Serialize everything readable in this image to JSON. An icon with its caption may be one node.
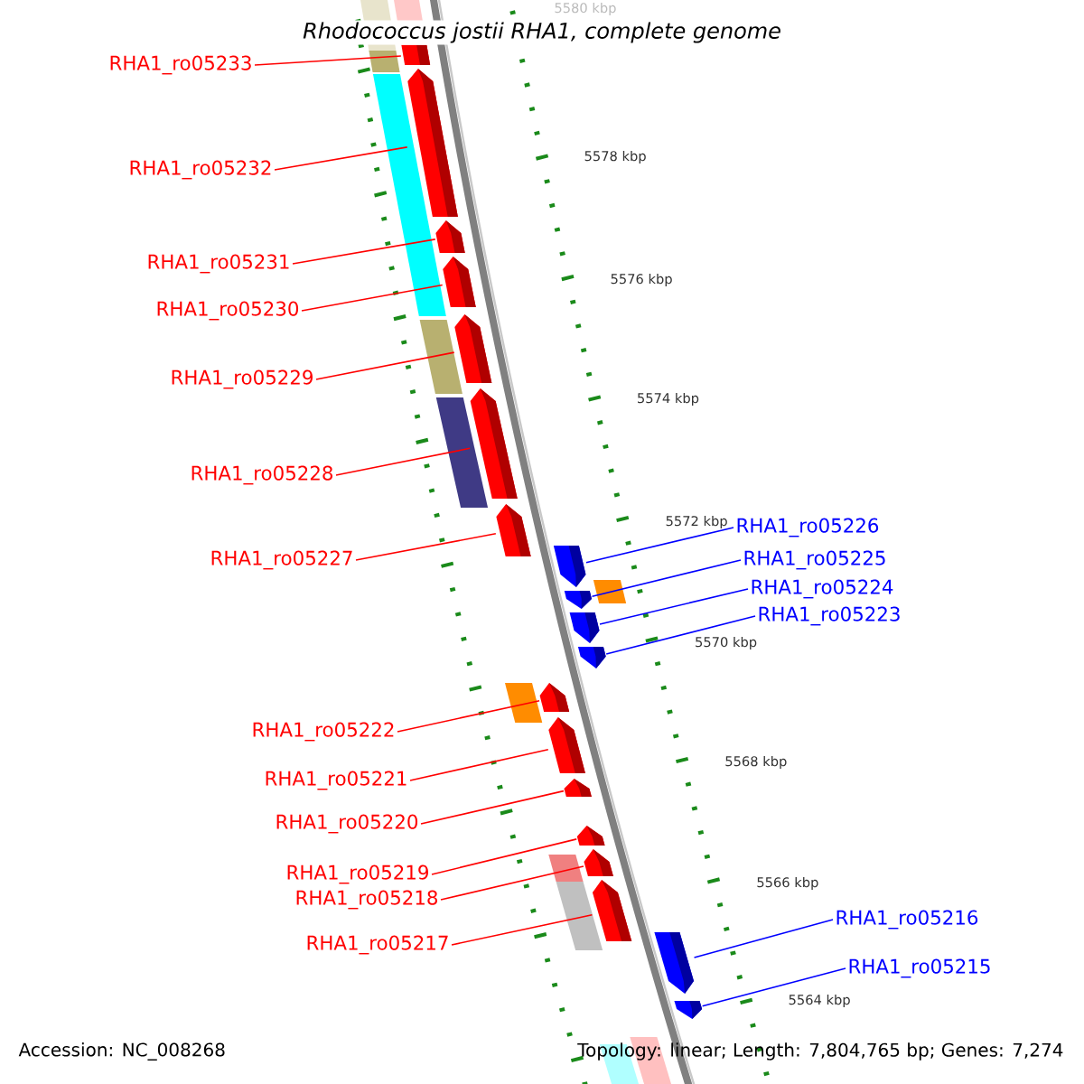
{
  "diagram": {
    "title": "Rhodococcus jostii RHA1, complete genome",
    "nodes": [
      {
        "text": [
          "RHA1_ro05233"
        ]
      },
      {
        "text": [
          "RHA1_ro05232"
        ]
      },
      {
        "text": [
          "RHA1_ro05231"
        ]
      },
      {
        "text": [
          "RHA1_ro05230"
        ]
      },
      {
        "text": [
          "RHA1_ro05229"
        ]
      },
      {
        "text": [
          "RHA1_ro05228"
        ]
      },
      {
        "text": [
          "RHA1_ro05227"
        ]
      },
      {
        "text": [
          "RHA1_ro05222"
        ]
      },
      {
        "text": [
          "RHA1_ro05221"
        ]
      },
      {
        "text": [
          "RHA1_ro05220"
        ]
      },
      {
        "text": [
          "RHA1_ro05219"
        ]
      },
      {
        "text": [
          "RHA1_ro05218"
        ]
      },
      {
        "text": [
          "RHA1_ro05217"
        ]
      },
      {
        "text": [
          "RHA1_ro05226"
        ]
      },
      {
        "text": [
          "RHA1_ro05225"
        ]
      },
      {
        "text": [
          "RHA1_ro05224"
        ]
      },
      {
        "text": [
          "RHA1_ro05223"
        ]
      },
      {
        "text": [
          "RHA1_ro05216"
        ]
      },
      {
        "text": [
          "RHA1_ro05215"
        ]
      },
      {
        "text": [],
        "shape": "pentagon"
      },
      {
        "text": [],
        "shape": "pentagon"
      },
      {
        "text": [],
        "shape": "pentagon"
      },
      {
        "text": [],
        "shape": "pentagon"
      },
      {
        "text": [],
        "shape": "pentagon"
      },
      {
        "text": [],
        "shape": "pentagon"
      },
      {
        "text": [],
        "shape": "pentagon"
      },
      {
        "text": [],
        "shape": "pentagon"
      },
      {
        "text": [],
        "shape": "pentagon"
      },
      {
        "text": [],
        "shape": "pentagon"
      },
      {
        "text": [],
        "shape": "pentagon"
      },
      {
        "text": [],
        "shape": "pentagon"
      },
      {
        "text": [],
        "shape": "pentagon"
      },
      {
        "text": [],
        "shape": "pentagon"
      },
      {
        "text": [],
        "shape": "pentagon"
      },
      {
        "text": [],
        "shape": "pentagon"
      },
      {
        "text": [],
        "shape": "pentagon"
      },
      {
        "text": [],
        "shape": "pentagon"
      },
      {
        "text": [],
        "shape": "pentagon"
      },
      {
        "text": [],
        "shape": "bar"
      },
      {
        "text": [],
        "shape": "bar"
      },
      {
        "text": [],
        "shape": "bar"
      },
      {
        "text": [],
        "shape": "bar"
      },
      {
        "text": [],
        "shape": "bar"
      },
      {
        "text": [],
        "shape": "bar"
      },
      {
        "text": [],
        "shape": "bar"
      },
      {
        "text": [],
        "shape": "bar"
      },
      {
        "text": [],
        "shape": "bar"
      },
      {
        "text": [],
        "shape": "bar"
      },
      {
        "text": [],
        "shape": "bar"
      },
      {
        "text": [],
        "shape": "bar"
      }
    ],
    "edges": [
      {
        "from": 0,
        "to": 19,
        "arrow": "none"
      },
      {
        "from": 1,
        "to": 20,
        "arrow": "none"
      },
      {
        "from": 2,
        "to": 21,
        "arrow": "none"
      },
      {
        "from": 3,
        "to": 22,
        "arrow": "none"
      },
      {
        "from": 4,
        "to": 23,
        "arrow": "none"
      },
      {
        "from": 5,
        "to": 24,
        "arrow": "none"
      },
      {
        "from": 6,
        "to": 25,
        "arrow": "none"
      },
      {
        "from": 7,
        "to": 26,
        "arrow": "none"
      },
      {
        "from": 8,
        "to": 27,
        "arrow": "none"
      },
      {
        "from": 9,
        "to": 28,
        "arrow": "none"
      },
      {
        "from": 10,
        "to": 29,
        "arrow": "none"
      },
      {
        "from": 11,
        "to": 30,
        "arrow": "none"
      },
      {
        "from": 12,
        "to": 31,
        "arrow": "none"
      },
      {
        "from": 13,
        "to": 32,
        "arrow": "none",
        "color": "#0000ff"
      },
      {
        "from": 14,
        "to": 33,
        "arrow": "none",
        "color": "#0000ff"
      },
      {
        "from": 15,
        "to": 34,
        "arrow": "none",
        "color": "#0000ff"
      },
      {
        "from": 16,
        "to": 35,
        "arrow": "none",
        "color": "#0000ff"
      },
      {
        "from": 17,
        "to": 36,
        "arrow": "none",
        "color": "#0000ff"
      },
      {
        "from": 18,
        "to": 37,
        "arrow": "none",
        "color": "#0000ff"
      }
    ],
    "labels": [
      "5580 kbp",
      "5578 kbp",
      "5576 kbp",
      "5574 kbp",
      "5572 kbp",
      "5570 kbp",
      "5568 kbp",
      "5566 kbp",
      "5564 kbp",
      "Accession: NC_008268",
      "Topology: linear; Length: 7,804,765 bp; Genes: 7,274"
    ]
  }
}
